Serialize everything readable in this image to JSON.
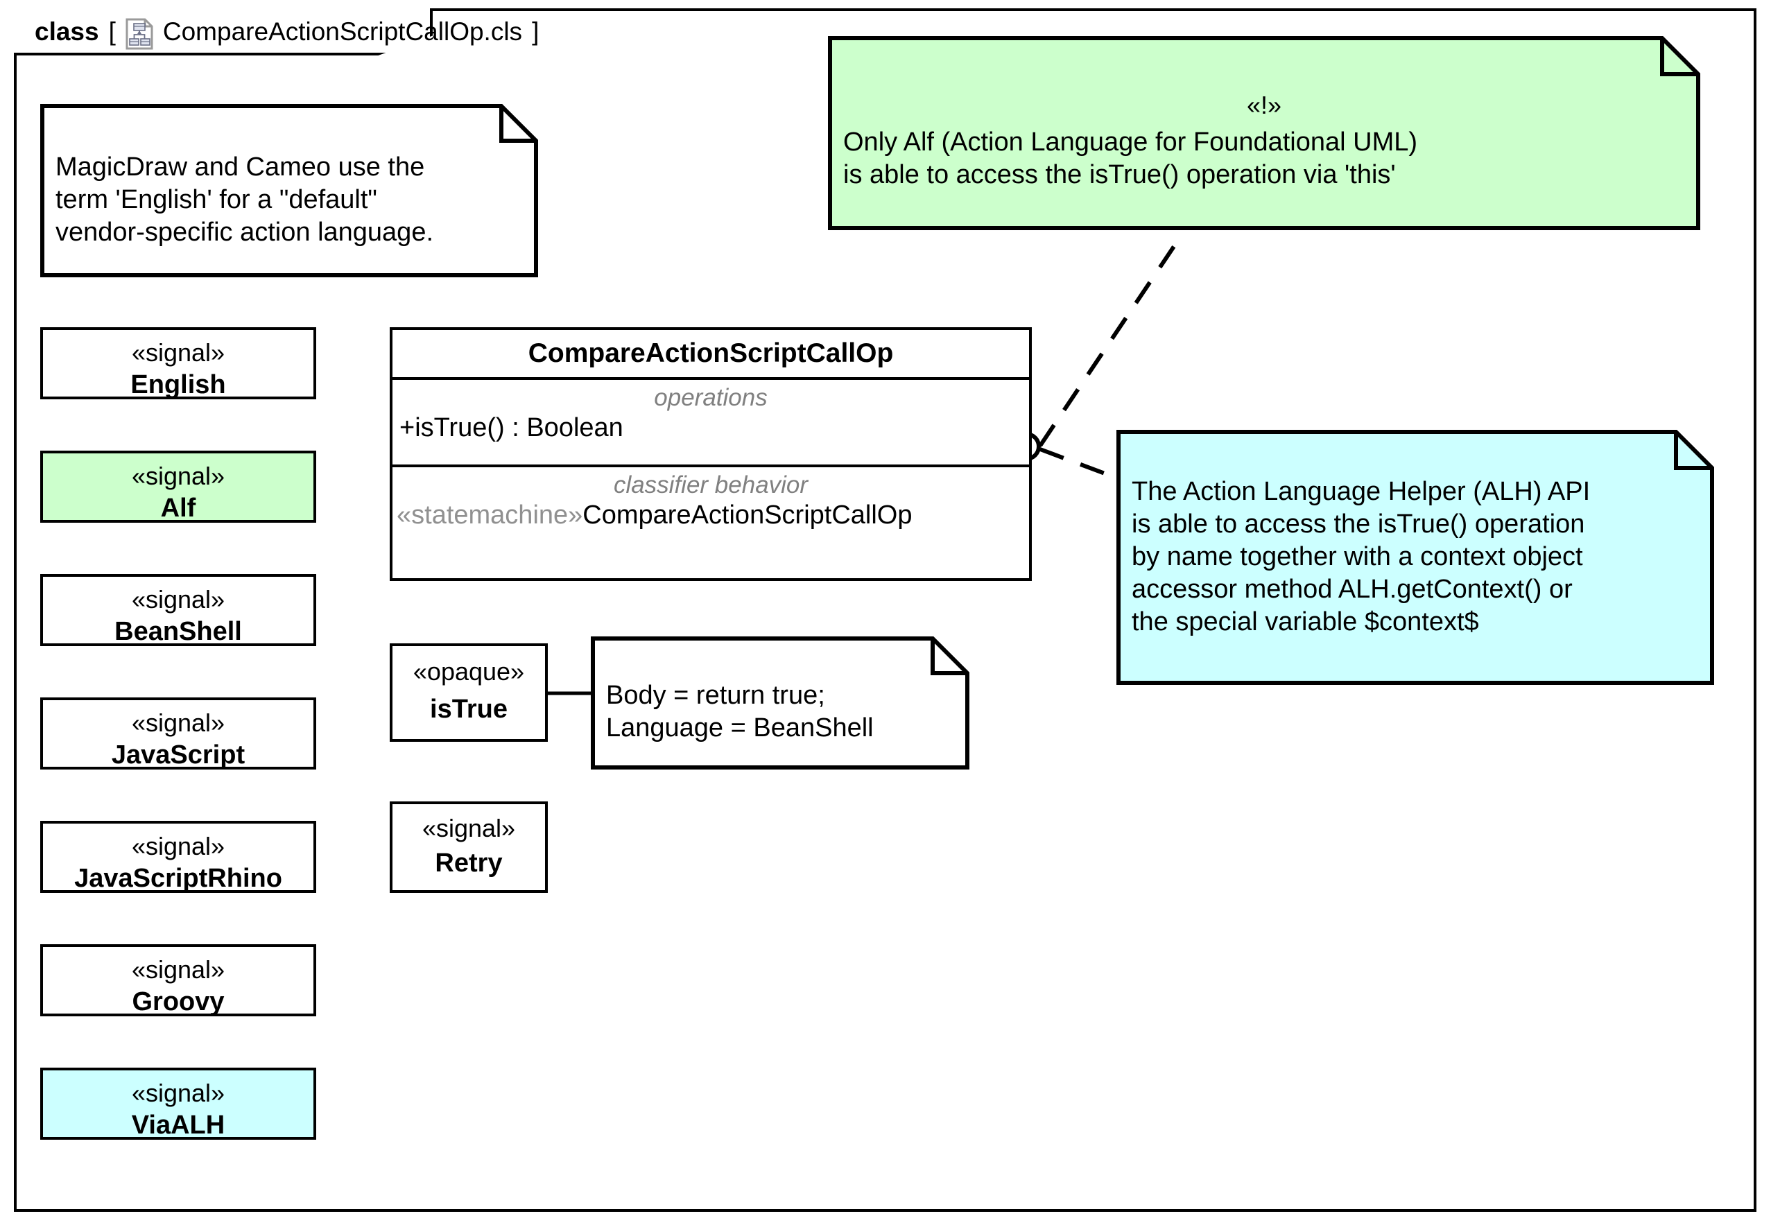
{
  "frame": {
    "keyword": "class",
    "bracket_open": "[",
    "bracket_close": "]",
    "icon": "class-diagram-document-icon",
    "title": "CompareActionScriptCallOp.cls"
  },
  "notes": {
    "magicdraw": {
      "text": "MagicDraw and Cameo use the\nterm 'English' for a \"default\"\nvendor-specific action language.",
      "fill": "#ffffff"
    },
    "alf": {
      "stereotype": "«!»",
      "text": "Only Alf (Action Language for Foundational UML)\nis able to access the isTrue() operation via 'this'",
      "fill": "#ccffcc"
    },
    "alh": {
      "text": "The Action Language Helper (ALH) API\nis able to access the isTrue() operation\nby name together with a context object\naccessor method ALH.getContext() or\nthe special variable $context$",
      "fill": "#ccffff"
    },
    "body": {
      "text": "Body = return true;\nLanguage = BeanShell",
      "fill": "#ffffff"
    }
  },
  "signals": [
    {
      "stereotype": "«signal»",
      "name": "English",
      "fill": "#ffffff"
    },
    {
      "stereotype": "«signal»",
      "name": "Alf",
      "fill": "#ccffcc"
    },
    {
      "stereotype": "«signal»",
      "name": "BeanShell",
      "fill": "#ffffff"
    },
    {
      "stereotype": "«signal»",
      "name": "JavaScript",
      "fill": "#ffffff"
    },
    {
      "stereotype": "«signal»",
      "name": "JavaScriptRhino",
      "fill": "#ffffff"
    },
    {
      "stereotype": "«signal»",
      "name": "Groovy",
      "fill": "#ffffff"
    },
    {
      "stereotype": "«signal»",
      "name": "ViaALH",
      "fill": "#ccffff"
    }
  ],
  "class_box": {
    "name": "CompareActionScriptCallOp",
    "operations_label": "operations",
    "operations": [
      "+isTrue() : Boolean"
    ],
    "behavior_label": "classifier behavior",
    "behavior_stereotype": "«statemachine»",
    "behavior_name": "CompareActionScriptCallOp"
  },
  "opaque_behavior": {
    "stereotype": "«opaque»",
    "name": "isTrue"
  },
  "retry_signal": {
    "stereotype": "«signal»",
    "name": "Retry"
  },
  "colors": {
    "green": "#ccffcc",
    "cyan": "#ccffff",
    "line": "#000000",
    "muted": "#808080"
  }
}
